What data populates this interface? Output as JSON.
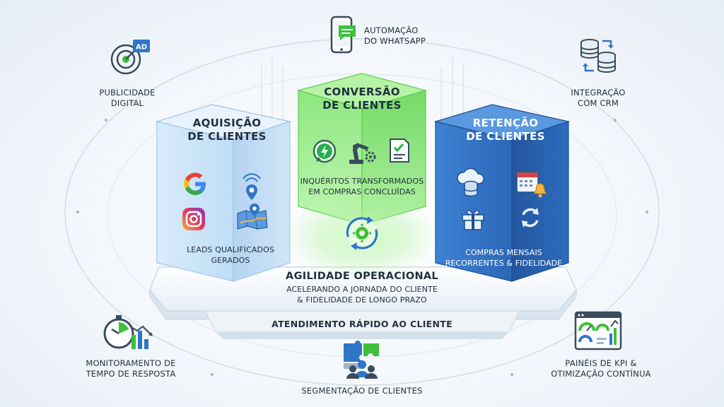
{
  "pillars": {
    "acquisition": {
      "title_l1": "AQUISIÇÃO",
      "title_l2": "DE CLIENTES",
      "desc_l1": "LEADS QUALIFICADOS",
      "desc_l2": "GERADOS",
      "color": "#9ec9ee",
      "icons": [
        "google-icon",
        "location-pin-icon",
        "instagram-icon",
        "map-icon"
      ]
    },
    "conversion": {
      "title_l1": "CONVERSÃO",
      "title_l2": "DE CLIENTES",
      "desc_l1": "INQUÉRITOS TRANSFORMADOS",
      "desc_l2": "EM COMPRAS CONCLUÍDAS",
      "color": "#6fdc6a",
      "icons": [
        "whatsapp-bolt-icon",
        "robot-arm-icon",
        "checklist-document-icon"
      ]
    },
    "retention": {
      "title_l1": "RETENÇÃO",
      "title_l2": "DE CLIENTES",
      "desc_l1": "COMPRAS MENSAIS",
      "desc_l2": "RECORRENTES & FIDELIDADE",
      "color": "#2f6fc0",
      "icons": [
        "cloud-database-icon",
        "calendar-bell-icon",
        "gift-icon",
        "refresh-icon"
      ]
    }
  },
  "center": {
    "title": "AGILIDADE OPERACIONAL",
    "sub_l1": "ACELERANDO A JORNADA DO CLIENTE",
    "sub_l2": "& FIDELIDADE DE LONGO PRAZO",
    "base_label": "ATENDIMENTO RÁPIDO AO CLIENTE"
  },
  "features": {
    "whatsapp": {
      "l1": "AUTOMAÇÃO",
      "l2": "DO WHATSAPP",
      "icon": "smartphone-chat-icon"
    },
    "ads": {
      "l1": "PUBLICIDADE",
      "l2": "DIGITAL",
      "icon": "ad-target-icon"
    },
    "crm": {
      "l1": "INTEGRAÇÃO",
      "l2": "COM CRM",
      "icon": "database-sync-icon"
    },
    "response": {
      "l1": "MONITORAMENTO DE",
      "l2": "TEMPO DE RESPOSTA",
      "icon": "stopwatch-chart-icon"
    },
    "segmentation": {
      "l1": "SEGMENTAÇÃO DE CLIENTES",
      "icon": "puzzle-people-icon"
    },
    "kpi": {
      "l1": "PAINÉIS DE KPI &",
      "l2": "OTIMIZAÇÃO CONTÍNUA",
      "icon": "kpi-dashboard-icon"
    }
  },
  "colors": {
    "dark": "#1f2f40",
    "green": "#3fbf3a",
    "blue": "#2f6fc0",
    "light_blue": "#9ec9ee"
  }
}
